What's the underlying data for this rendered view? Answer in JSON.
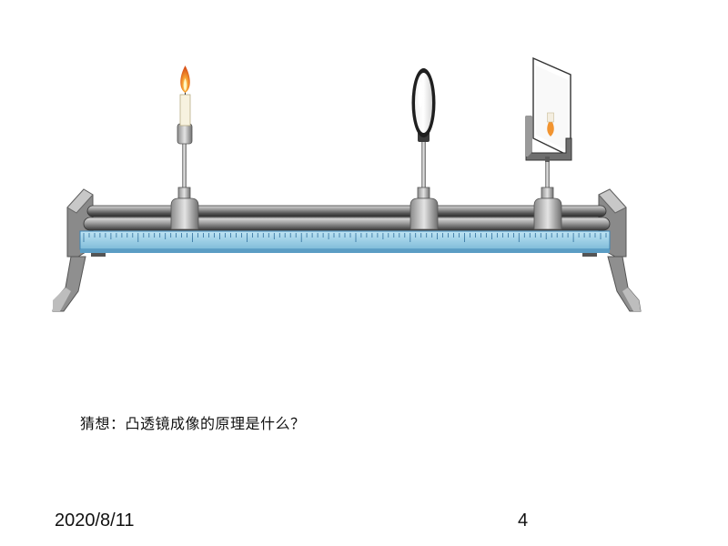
{
  "slide": {
    "question": "猜想：凸透镜成像的原理是什么？",
    "date": "2020/8/11",
    "page_number": "4"
  },
  "figure": {
    "icons": [
      "candle-icon",
      "convex-lens-icon",
      "light-screen-icon",
      "optical-bench-icon"
    ],
    "colors": {
      "rail_dark": "#4a4a4a",
      "rail_light": "#c9c9c9",
      "ruler": "#9fd0e8",
      "ruler_ticks": "#3a7fb0",
      "flame": "#f08a1c",
      "lens_frame": "#222222"
    }
  }
}
